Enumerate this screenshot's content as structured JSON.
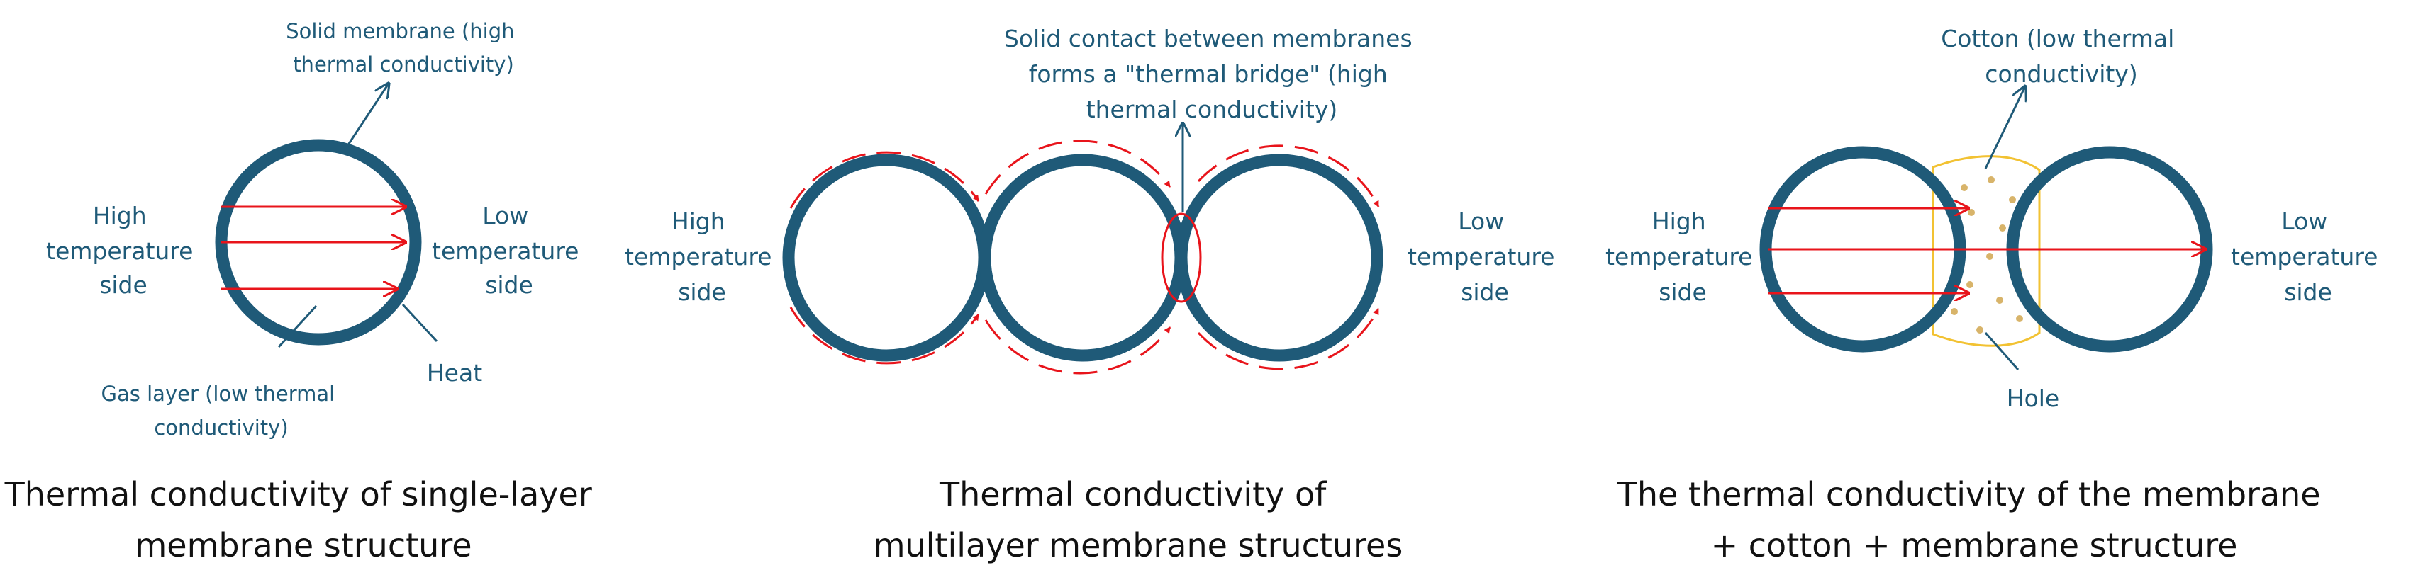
{
  "colors": {
    "ring": "#1f5a78",
    "label": "#1f5a78",
    "heat_arrow": "#e8141b",
    "cotton_outline": "#f2c233",
    "cotton_dot": "#d8b46a",
    "caption": "#111111"
  },
  "panels": [
    {
      "caption": [
        "Thermal conductivity of single-layer",
        "membrane structure"
      ],
      "left_label": [
        "High",
        "temperature",
        "side"
      ],
      "right_label": [
        "Low",
        "temperature",
        "side"
      ],
      "top_label": [
        "Solid membrane (high",
        "thermal conductivity)"
      ],
      "bottom_left_label": [
        "Gas layer (low thermal",
        "conductivity)"
      ],
      "bottom_right_label": "Heat"
    },
    {
      "caption": [
        "Thermal conductivity of",
        "multilayer membrane structures"
      ],
      "left_label": [
        "High",
        "temperature",
        "side"
      ],
      "right_label": [
        "Low",
        "temperature",
        "side"
      ],
      "top_label": [
        "Solid contact between membranes",
        "forms a \"thermal bridge\" (high",
        "thermal conductivity)"
      ]
    },
    {
      "caption": [
        "The thermal conductivity of the membrane",
        "+ cotton + membrane structure"
      ],
      "left_label": [
        "High",
        "temperature",
        "side"
      ],
      "right_label": [
        "Low",
        "temperature",
        "side"
      ],
      "top_label": [
        "Cotton (low thermal",
        "conductivity)"
      ],
      "bottom_label": "Hole"
    }
  ]
}
